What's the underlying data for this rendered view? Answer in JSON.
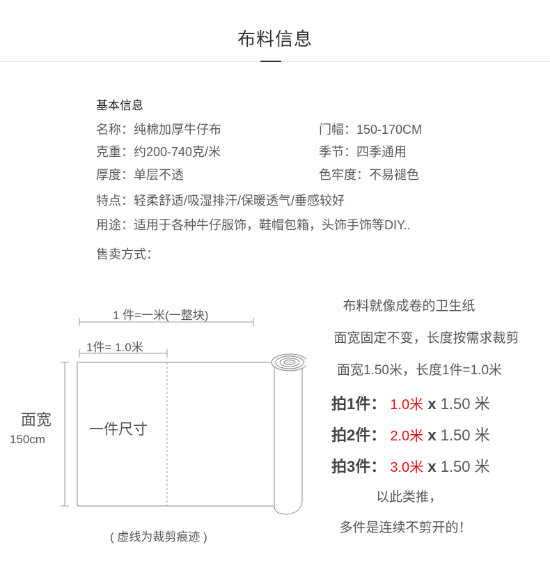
{
  "header": {
    "title": "布料信息"
  },
  "info": {
    "heading": "基本信息",
    "name": "名称：纯棉加厚牛仔布",
    "width": "门幅：150-170CM",
    "weight": "克重：约200-740克/米",
    "season": "季节：四季通用",
    "thickness": "厚度：单层不透",
    "fastness": "色牢度：不易褪色",
    "features": "特点：轻柔舒适/吸湿排汗/保暖透气/垂感较好",
    "usage": "用途：适用于各种牛仔服饰，鞋帽包箱，头饰手饰等DIY..",
    "sale": "售卖方式："
  },
  "diagram": {
    "whole_label": "1 件=一米(一整块)",
    "piece_label": "1件= 1.0米",
    "face_width": "面宽",
    "face_width_value": "150cm",
    "one_piece": "一件尺寸",
    "dash_note": "( 虚线为裁剪痕迹 )"
  },
  "right": {
    "line1": "布料就像成卷的卫生纸",
    "line2": "面宽固定不变，长度按需求裁剪",
    "line3": "面宽1.50米，长度1件=1.0米",
    "examples": [
      {
        "label": "拍1件：",
        "length": "1.0米",
        "times": "x",
        "width": "1.50 米"
      },
      {
        "label": "拍2件：",
        "length": "2.0米",
        "times": "x",
        "width": "1.50 米"
      },
      {
        "label": "拍3件：",
        "length": "3.0米",
        "times": "x",
        "width": "1.50 米"
      }
    ],
    "etc": "以此类推，",
    "note": "多件是连续不剪开的！"
  },
  "colors": {
    "accent_red": "#e21212",
    "text": "#555555",
    "line": "#999999"
  }
}
